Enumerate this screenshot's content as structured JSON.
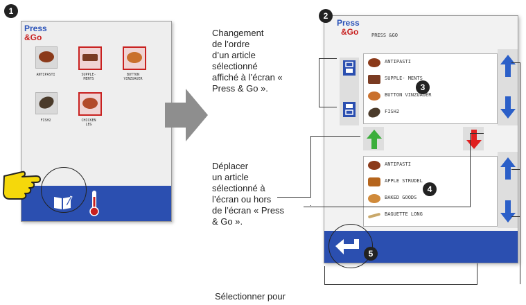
{
  "badges": {
    "b1": "1",
    "b2": "2",
    "b3": "3",
    "b4": "4",
    "b5": "5"
  },
  "logo": {
    "line1": "Press",
    "line2": "&Go"
  },
  "screen1": {
    "items": [
      {
        "label": "ANTIPASTI",
        "selected": false,
        "color": "#8b3a1a"
      },
      {
        "label": "SUPPLE-\nMENTS",
        "selected": true,
        "color": "#7a3b22"
      },
      {
        "label": "BUTTON\nVINZUAUER",
        "selected": true,
        "color": "#c9702d"
      },
      {
        "label": "FISH2",
        "selected": false,
        "color": "#4a3a2a"
      },
      {
        "label": "CHICKEN\nLEG",
        "selected": true,
        "color": "#b24a2a"
      }
    ]
  },
  "screen2": {
    "title": "PRESS &GO",
    "top_list": [
      "ANTIPASTI",
      "SUPPLE- MENTS",
      "BUTTON VINZUAUER",
      "FISH2"
    ],
    "bottom_list": [
      "ANTIPASTI",
      "APPLE STRUDEL",
      "BAKED GOODS",
      "BAGUETTE LONG"
    ]
  },
  "captions": {
    "c1": [
      "Changement",
      "de l’ordre",
      "d’un article",
      "sélectionné",
      "affiché à l’écran «",
      "Press & Go »."
    ],
    "c2": [
      "Déplacer",
      "un article",
      "sélectionné à",
      "l’écran ou hors",
      "de l’écran « Press",
      "& Go »."
    ],
    "c3": "Sélectionner pour"
  },
  "colors": {
    "blue": "#2b4fb0",
    "red": "#c8201f",
    "green": "#3cae3c",
    "arrow_blue": "#2b5fc8"
  }
}
